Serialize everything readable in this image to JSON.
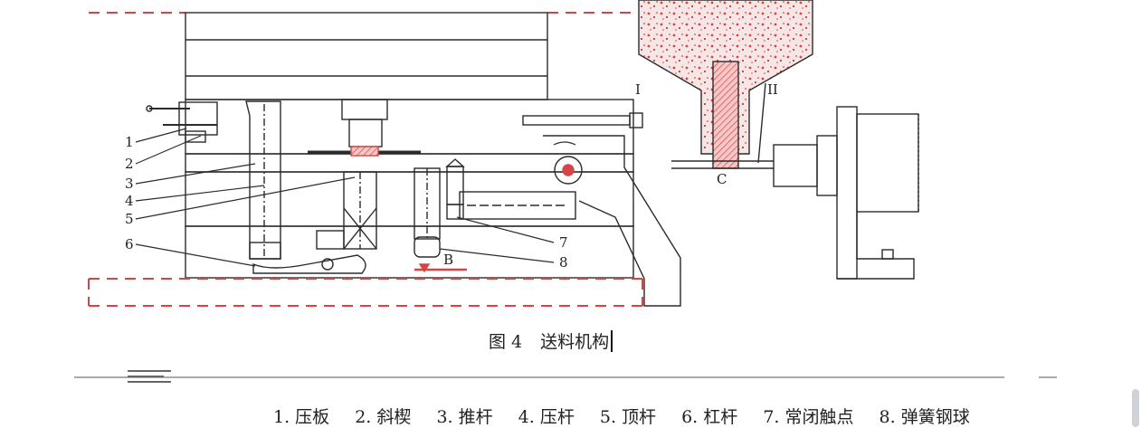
{
  "figure": {
    "caption_number": "图 4",
    "caption_text": "送料机构",
    "legend_items": [
      "1. 压板",
      "2. 斜楔",
      "3. 推杆",
      "4. 压杆",
      "5. 顶杆",
      "6. 杠杆",
      "7. 常闭触点",
      "8. 弹簧钢球"
    ],
    "callouts": [
      "1",
      "2",
      "3",
      "4",
      "5",
      "6",
      "7",
      "8"
    ],
    "markers": {
      "roman_one": "I",
      "roman_two": "II",
      "point_b": "B",
      "point_c": "C"
    }
  },
  "colors": {
    "line": "#2b2b2b",
    "dash": "#d64545",
    "hatch": "#e05555",
    "highlight": "#f3b0b0"
  }
}
